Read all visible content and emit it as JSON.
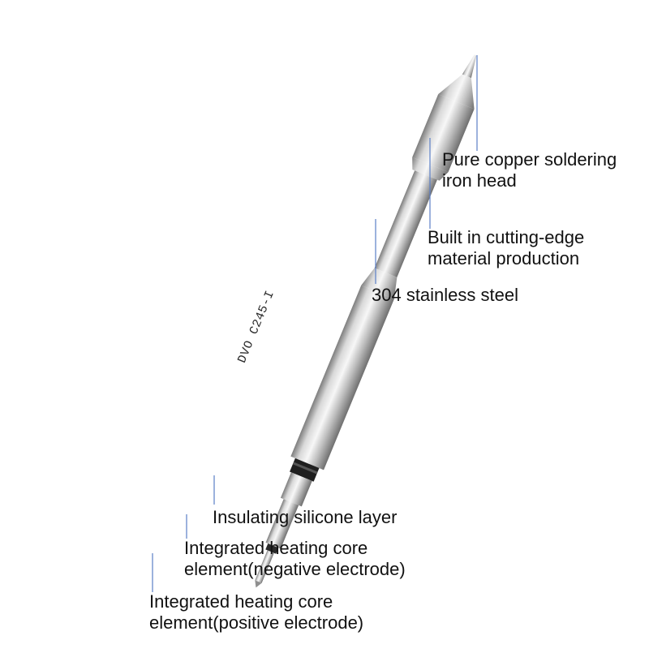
{
  "product": {
    "model_marking": "DVO C245-I"
  },
  "annotations": {
    "copper_head": [
      "Pure copper soldering",
      "iron head"
    ],
    "cutting_edge": [
      "Built in cutting-edge",
      "material production"
    ],
    "stainless": [
      "304 stainless steel"
    ],
    "silicone": [
      "Insulating silicone layer"
    ],
    "negative": [
      "Integrated heating core",
      "element(negative electrode)"
    ],
    "positive": [
      "Integrated heating core",
      "element(positive electrode)"
    ]
  },
  "colors": {
    "leader_line": "#5b7fc6",
    "steel_light": "#f4f4f4",
    "steel_dark": "#8a8a8a",
    "text": "#111111"
  }
}
